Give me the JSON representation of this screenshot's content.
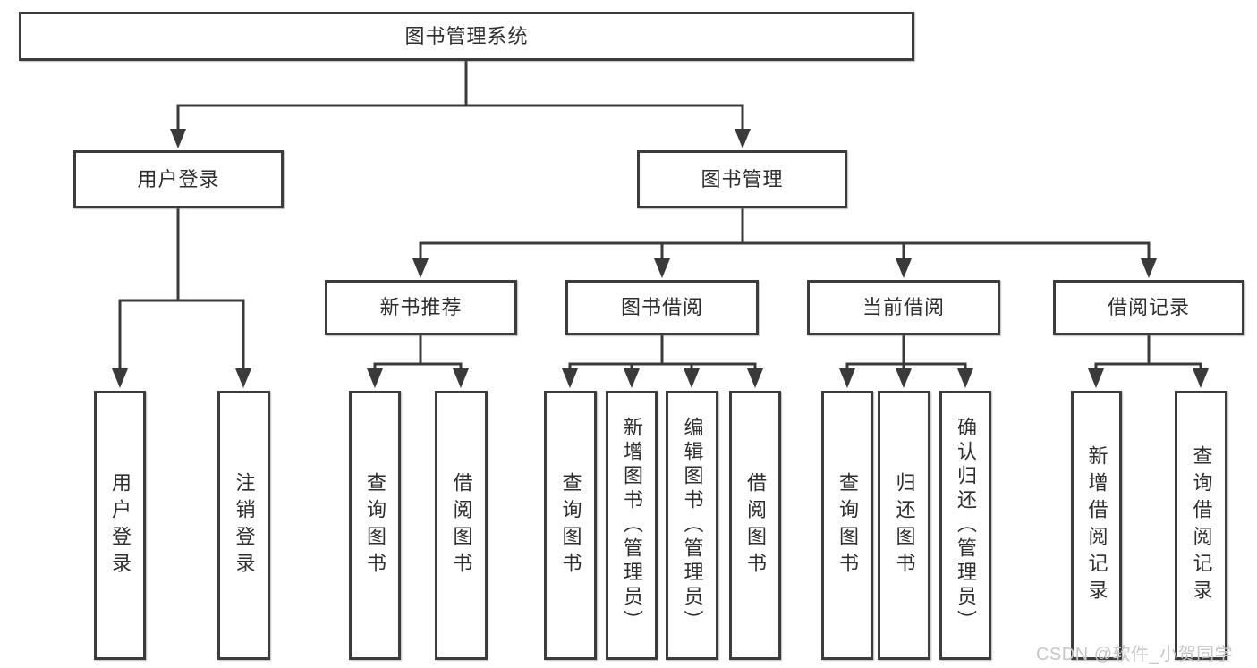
{
  "page": {
    "background": "#ffffff",
    "line_color": "#3a3a3a",
    "box_border_color": "#3c3c3c",
    "text_color": "#2e2e2e"
  },
  "diagram": {
    "root": {
      "label": "图书管理系统"
    },
    "level2": [
      {
        "label": "用户登录"
      },
      {
        "label": "图书管理"
      }
    ],
    "level3": [
      {
        "label": "新书推荐"
      },
      {
        "label": "图书借阅"
      },
      {
        "label": "当前借阅"
      },
      {
        "label": "借阅记录"
      }
    ],
    "leaves": {
      "user_login": [
        "用户登录",
        "注销登录"
      ],
      "new_books": [
        "查询图书",
        "借阅图书"
      ],
      "book_borrowing": [
        "查询图书",
        "新增图书（管理员）",
        "编辑图书（管理员）",
        "借阅图书"
      ],
      "current_borrowing": [
        "查询图书",
        "归还图书",
        "确认归还（管理员）"
      ],
      "borrowing_records": [
        "新增借阅记录",
        "查询借阅记录"
      ]
    }
  },
  "watermark": {
    "text": "CSDN @软件_小贺同学",
    "color": "#c6c6c6"
  }
}
